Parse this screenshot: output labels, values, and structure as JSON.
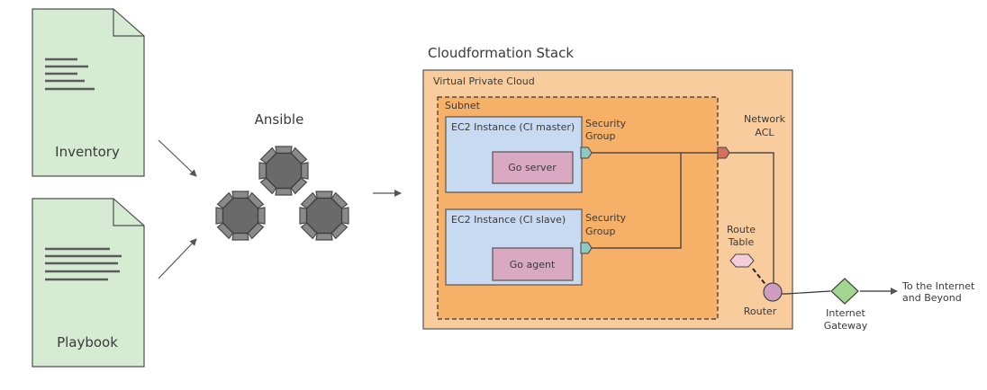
{
  "documents": {
    "inventory_label": "Inventory",
    "playbook_label": "Playbook"
  },
  "ansible_label": "Ansible",
  "stack": {
    "title": "Cloudformation Stack",
    "vpc_label": "Virtual Private Cloud",
    "subnet_label": "Subnet",
    "master": {
      "title": "EC2 Instance (CI master)",
      "server_label": "Go server",
      "security_group_line1": "Security",
      "security_group_line2": "Group"
    },
    "slave": {
      "title": "EC2 Instance (CI slave)",
      "agent_label": "Go agent",
      "security_group_line1": "Security",
      "security_group_line2": "Group"
    },
    "network_acl_line1": "Network",
    "network_acl_line2": "ACL",
    "route_table_line1": "Route",
    "route_table_line2": "Table",
    "router_label": "Router"
  },
  "gateway": {
    "line1": "Internet",
    "line2": "Gateway"
  },
  "internet": {
    "line1": "To the Internet",
    "line2": "and Beyond"
  },
  "colors": {
    "document_fill": "#d5ebd2",
    "vpc_fill": "#f8cc9c",
    "subnet_fill": "#f6b068",
    "instance_fill": "#c8d9f2",
    "service_fill": "#d8a9c1",
    "security_group": "#8ec9c4",
    "network_acl": "#d87060",
    "route_table": "#f4cdd9",
    "router": "#cf9dc0",
    "gateway": "#a3d68f",
    "gear": "#6e6e6e"
  }
}
